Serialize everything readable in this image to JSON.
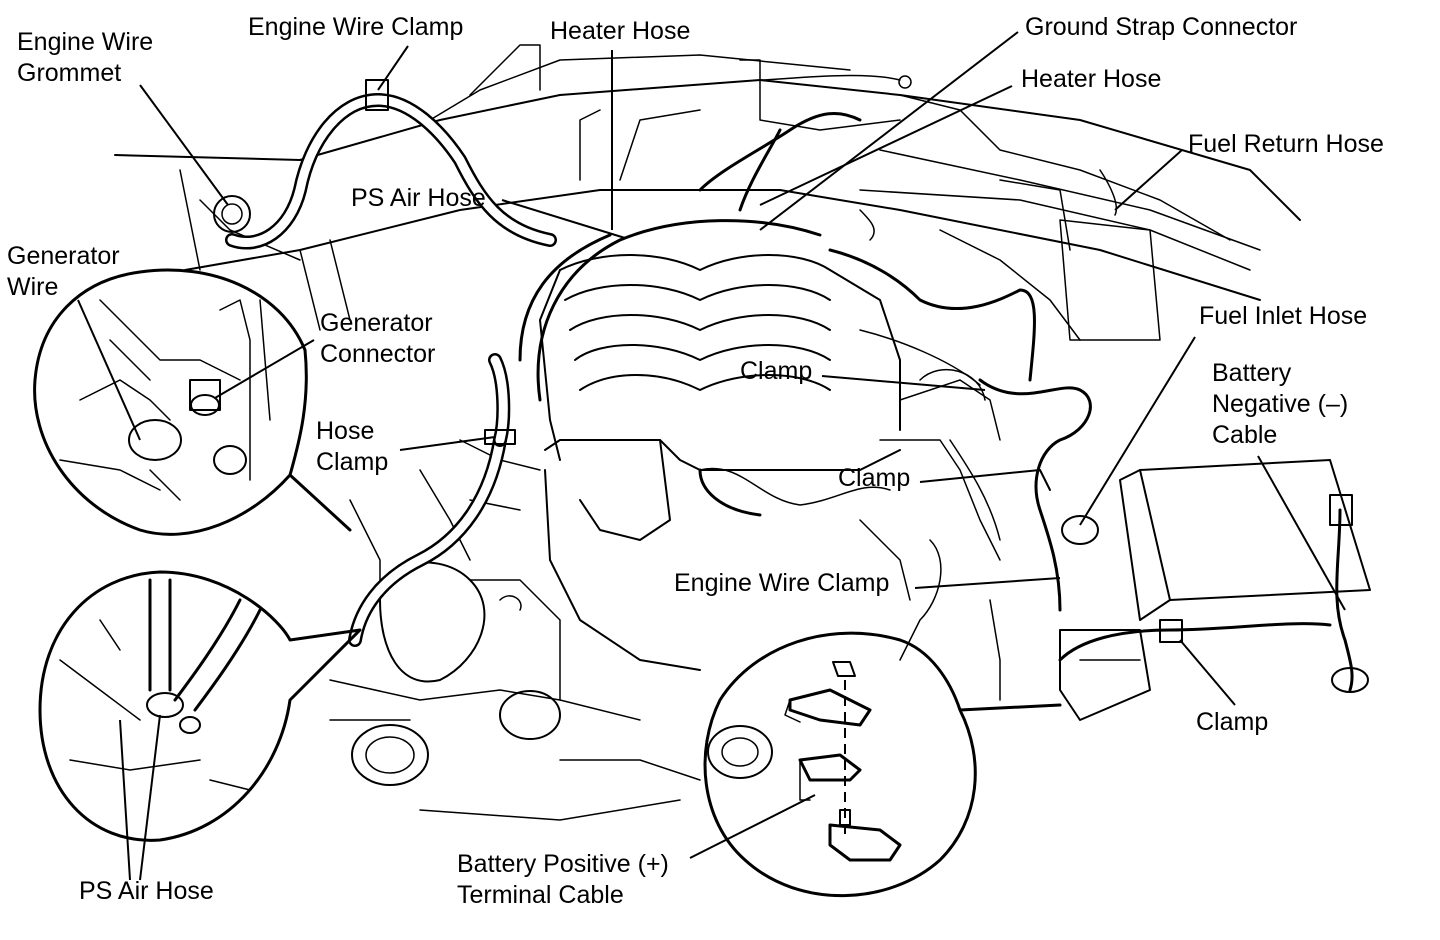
{
  "labels": {
    "engine_wire_grommet": "Engine Wire\nGrommet",
    "engine_wire_clamp_top": "Engine Wire Clamp",
    "heater_hose_top": "Heater Hose",
    "ground_strap_connector": "Ground Strap Connector",
    "heater_hose_right": "Heater Hose",
    "fuel_return_hose": "Fuel Return Hose",
    "ps_air_hose_top": "PS Air Hose",
    "generator_wire": "Generator\nWire",
    "generator_connector": "Generator\nConnector",
    "fuel_inlet_hose": "Fuel Inlet Hose",
    "clamp_upper": "Clamp",
    "battery_negative_cable": "Battery\nNegative (–)\nCable",
    "hose_clamp": "Hose\nClamp",
    "clamp_middle": "Clamp",
    "engine_wire_clamp_mid": "Engine Wire Clamp",
    "clamp_right": "Clamp",
    "ps_air_hose_bottom": "PS Air Hose",
    "battery_positive_cable": "Battery Positive (+)\nTerminal Cable"
  }
}
